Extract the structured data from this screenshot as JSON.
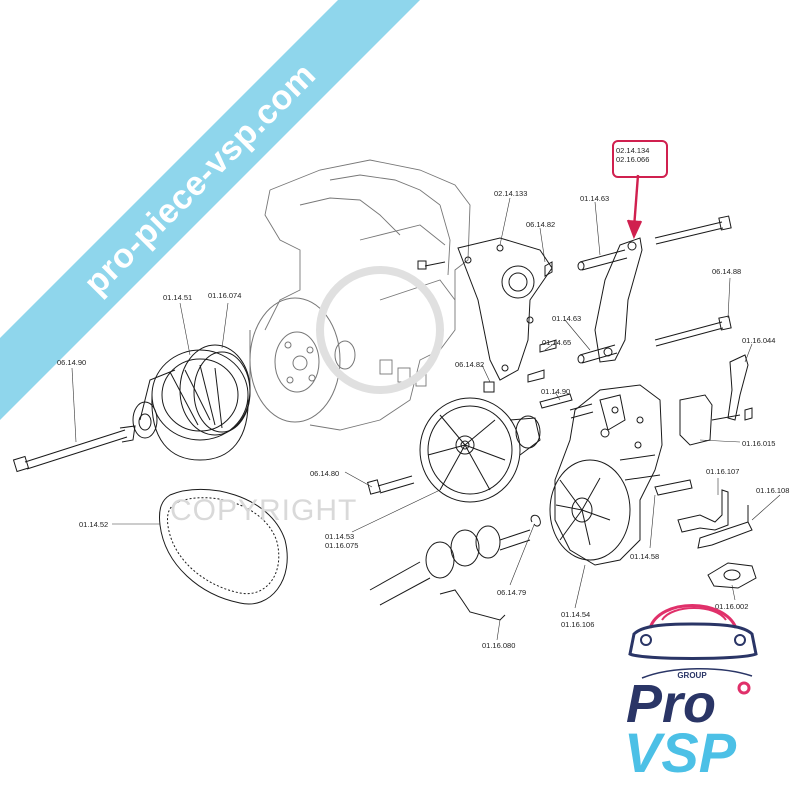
{
  "banner": {
    "text": "pro-piece-vsp.com",
    "color": "#8fd6ec"
  },
  "watermark": {
    "text": "COPYRIGHT"
  },
  "highlight": {
    "lines": [
      "02.14.134",
      "02.16.066"
    ],
    "color": "#d0204f"
  },
  "labels": {
    "p021413 3": "",
    "p_02_14_133": "02.14.133",
    "p_06_14_82_top": "06.14.82",
    "p_01_14_63_top": "01.14.63",
    "p_06_14_88": "06.14.88",
    "p_01_14_63_mid": "01.14.63",
    "p_01_14_65": "01.14.65",
    "p_06_14_82_low": "06.14.82",
    "p_01_16_044": "01.16.044",
    "p_01_14_90": "01.14.90",
    "p_01_16_015": "01.16.015",
    "p_01_14_51": "01.14.51",
    "p_01_16_074": "01.16.074",
    "p_06_14_90": "06.14.90",
    "p_06_14_80": "06.14.80",
    "p_01_16_107": "01.16.107",
    "p_01_16_108": "01.16.108",
    "p_01_14_52": "01.14.52",
    "p_01_14_53": "01.14.53",
    "p_01_16_075": "01.16.075",
    "p_01_14_58": "01.14.58",
    "p_06_14_79": "06.14.79",
    "p_01_14_54": "01.14.54",
    "p_01_16_106": "01.16.106",
    "p_01_16_002": "01.16.002",
    "p_01_16_080": "01.16.080"
  },
  "logo": {
    "top": "GROUP",
    "line1": "Pro",
    "line2": "VSP",
    "navy": "#2a3566",
    "pink": "#e0306a",
    "cyan": "#4cc0e6"
  }
}
